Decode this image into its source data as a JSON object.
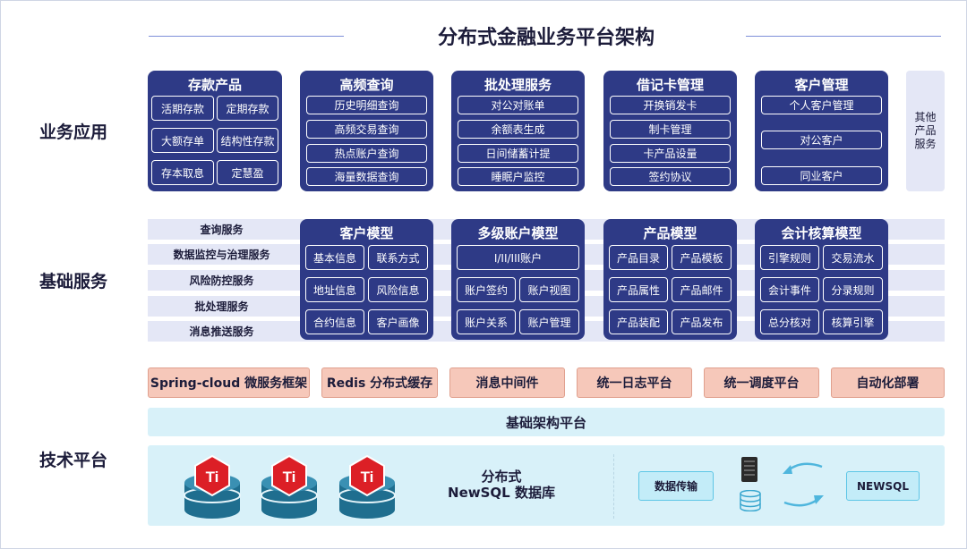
{
  "title": "分布式金融业务平台架构",
  "rows": {
    "business": "业务应用",
    "foundation": "基础服务",
    "tech": "技术平台"
  },
  "business_cards": [
    {
      "title": "存款产品",
      "items": [
        "活期存款",
        "定期存款",
        "大额存单",
        "结构性存款",
        "存本取息",
        "定慧盈"
      ]
    },
    {
      "title": "高频查询",
      "items": [
        "历史明细查询",
        "高频交易查询",
        "热点账户查询",
        "海量数据查询"
      ]
    },
    {
      "title": "批处理服务",
      "items": [
        "对公对账单",
        "余额表生成",
        "日间储蓄计提",
        "睡眠户监控"
      ]
    },
    {
      "title": "借记卡管理",
      "items": [
        "开换销发卡",
        "制卡管理",
        "卡产品设量",
        "签约协议"
      ]
    },
    {
      "title": "客户管理",
      "items": [
        "个人客户管理",
        "对公客户",
        "同业客户"
      ]
    }
  ],
  "other_services": "其他\n产品\n服务",
  "foundation_services": [
    "查询服务",
    "数据监控与治理服务",
    "风险防控服务",
    "批处理服务",
    "消息推送服务"
  ],
  "model_cards": [
    {
      "title": "客户模型",
      "items": [
        "基本信息",
        "联系方式",
        "地址信息",
        "风险信息",
        "合约信息",
        "客户画像"
      ]
    },
    {
      "title": "多级账户模型",
      "items": [
        "I/II/III账户",
        "账户签约",
        "账户视图",
        "账户关系",
        "账户管理"
      ]
    },
    {
      "title": "产品模型",
      "items": [
        "产品目录",
        "产品模板",
        "产品属性",
        "产品邮件",
        "产品装配",
        "产品发布"
      ]
    },
    {
      "title": "会计核算模型",
      "items": [
        "引擎规则",
        "交易流水",
        "会计事件",
        "分录规则",
        "总分核对",
        "核算引擎"
      ]
    }
  ],
  "middleware": [
    "Spring-cloud 微服务框架",
    "Redis 分布式缓存",
    "消息中间件",
    "统一日志平台",
    "统一调度平台",
    "自动化部署"
  ],
  "infra_platform": "基础架构平台",
  "db": {
    "logo_letters": "Ti",
    "label_line1": "分布式",
    "label_line2": "NewSQL 数据库",
    "transfer": "数据传输",
    "newsql": "NEWSQL"
  },
  "colors": {
    "card": "#2e3a86",
    "light_band": "#e4e7f6",
    "middleware": "#f6c8ba",
    "infra": "#d8f1f9",
    "tidb_red": "#dc1f26",
    "db_cylinder": "#1f6e8f"
  }
}
